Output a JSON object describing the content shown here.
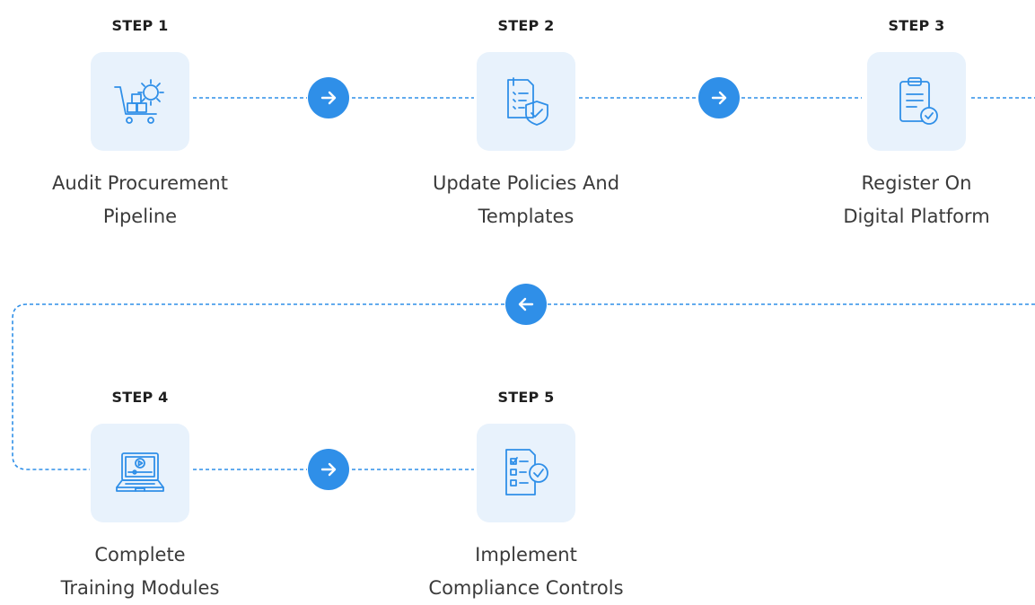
{
  "steps": [
    {
      "label": "STEP 1",
      "title_lines": [
        "Audit Procurement",
        "Pipeline"
      ],
      "icon": "cart-gear-icon"
    },
    {
      "label": "STEP 2",
      "title_lines": [
        "Update Policies And",
        "Templates"
      ],
      "icon": "documents-shield-icon"
    },
    {
      "label": "STEP 3",
      "title_lines": [
        "Register On",
        "Digital Platform"
      ],
      "icon": "clipboard-check-icon"
    },
    {
      "label": "STEP 4",
      "title_lines": [
        "Complete",
        "Training Modules"
      ],
      "icon": "laptop-video-icon"
    },
    {
      "label": "STEP 5",
      "title_lines": [
        "Implement",
        "Compliance Controls"
      ],
      "icon": "checklist-check-icon"
    }
  ],
  "arrows": [
    {
      "direction": "right"
    },
    {
      "direction": "right"
    },
    {
      "direction": "left"
    },
    {
      "direction": "right"
    }
  ],
  "colors": {
    "accent": "#2f8fe8",
    "tile_background": "#e8f2fc",
    "connector": "#2f8fe8",
    "label_text": "#1f1f1f",
    "title_text": "#3a3a3a"
  }
}
